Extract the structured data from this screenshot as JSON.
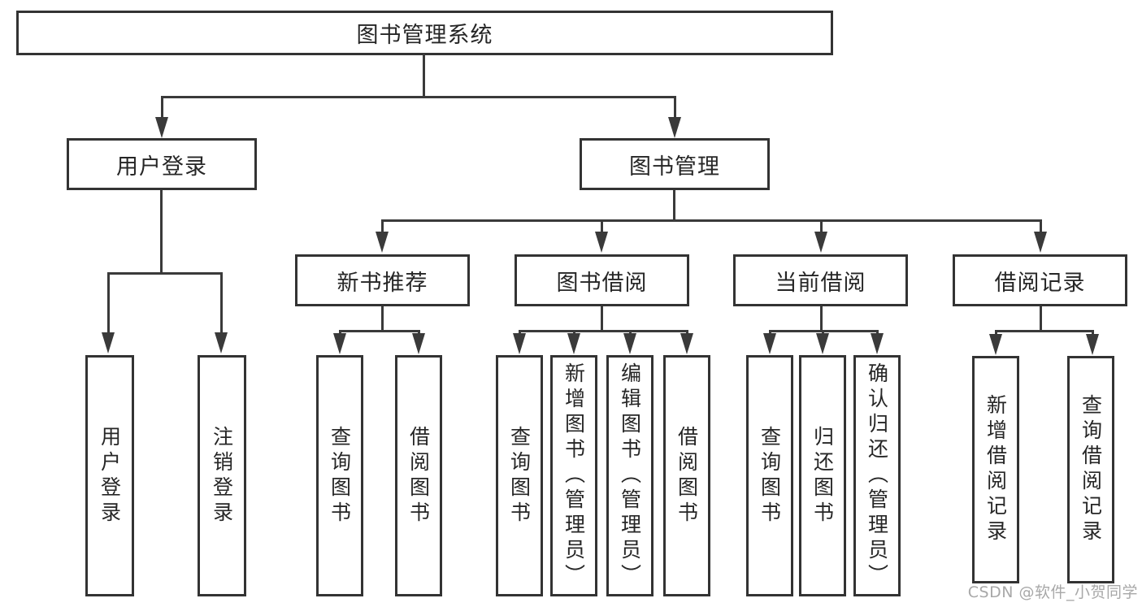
{
  "tree": {
    "label": "图书管理系统",
    "children": [
      {
        "label": "用户登录",
        "children": [
          {
            "label": "用户登录"
          },
          {
            "label": "注销登录"
          }
        ]
      },
      {
        "label": "图书管理",
        "children": [
          {
            "label": "新书推荐",
            "children": [
              {
                "label": "查询图书"
              },
              {
                "label": "借阅图书"
              }
            ]
          },
          {
            "label": "图书借阅",
            "children": [
              {
                "label": "查询图书"
              },
              {
                "label": "新增图书（管理员）"
              },
              {
                "label": "编辑图书（管理员）"
              },
              {
                "label": "借阅图书"
              }
            ]
          },
          {
            "label": "当前借阅",
            "children": [
              {
                "label": "查询图书"
              },
              {
                "label": "归还图书"
              },
              {
                "label": "确认归还（管理员）"
              }
            ]
          },
          {
            "label": "借阅记录",
            "children": [
              {
                "label": "新增借阅记录"
              },
              {
                "label": "查询借阅记录"
              }
            ]
          }
        ]
      }
    ]
  },
  "watermark": {
    "text": "CSDN @软件_小贺同学"
  },
  "colors": {
    "line": "#3a3a3a",
    "border": "#333333",
    "text": "#262626",
    "watermark": "#a8a8a8"
  }
}
